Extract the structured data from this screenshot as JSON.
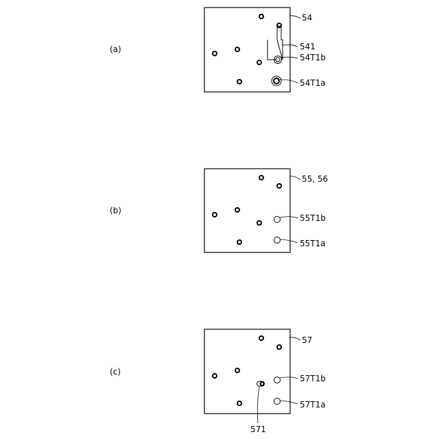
{
  "panels": [
    {
      "key": "a",
      "label": "(a)",
      "ref_board": "54",
      "ref_extra": "541",
      "ref_t1b": "54T1b",
      "ref_t1a": "54T1a"
    },
    {
      "key": "b",
      "label": "(b)",
      "ref_board": "55, 56",
      "ref_t1b": "55T1b",
      "ref_t1a": "55T1a"
    },
    {
      "key": "c",
      "label": "(c)",
      "ref_board": "57",
      "ref_extra": "571",
      "ref_t1b": "57T1b",
      "ref_t1a": "57T1a"
    }
  ]
}
